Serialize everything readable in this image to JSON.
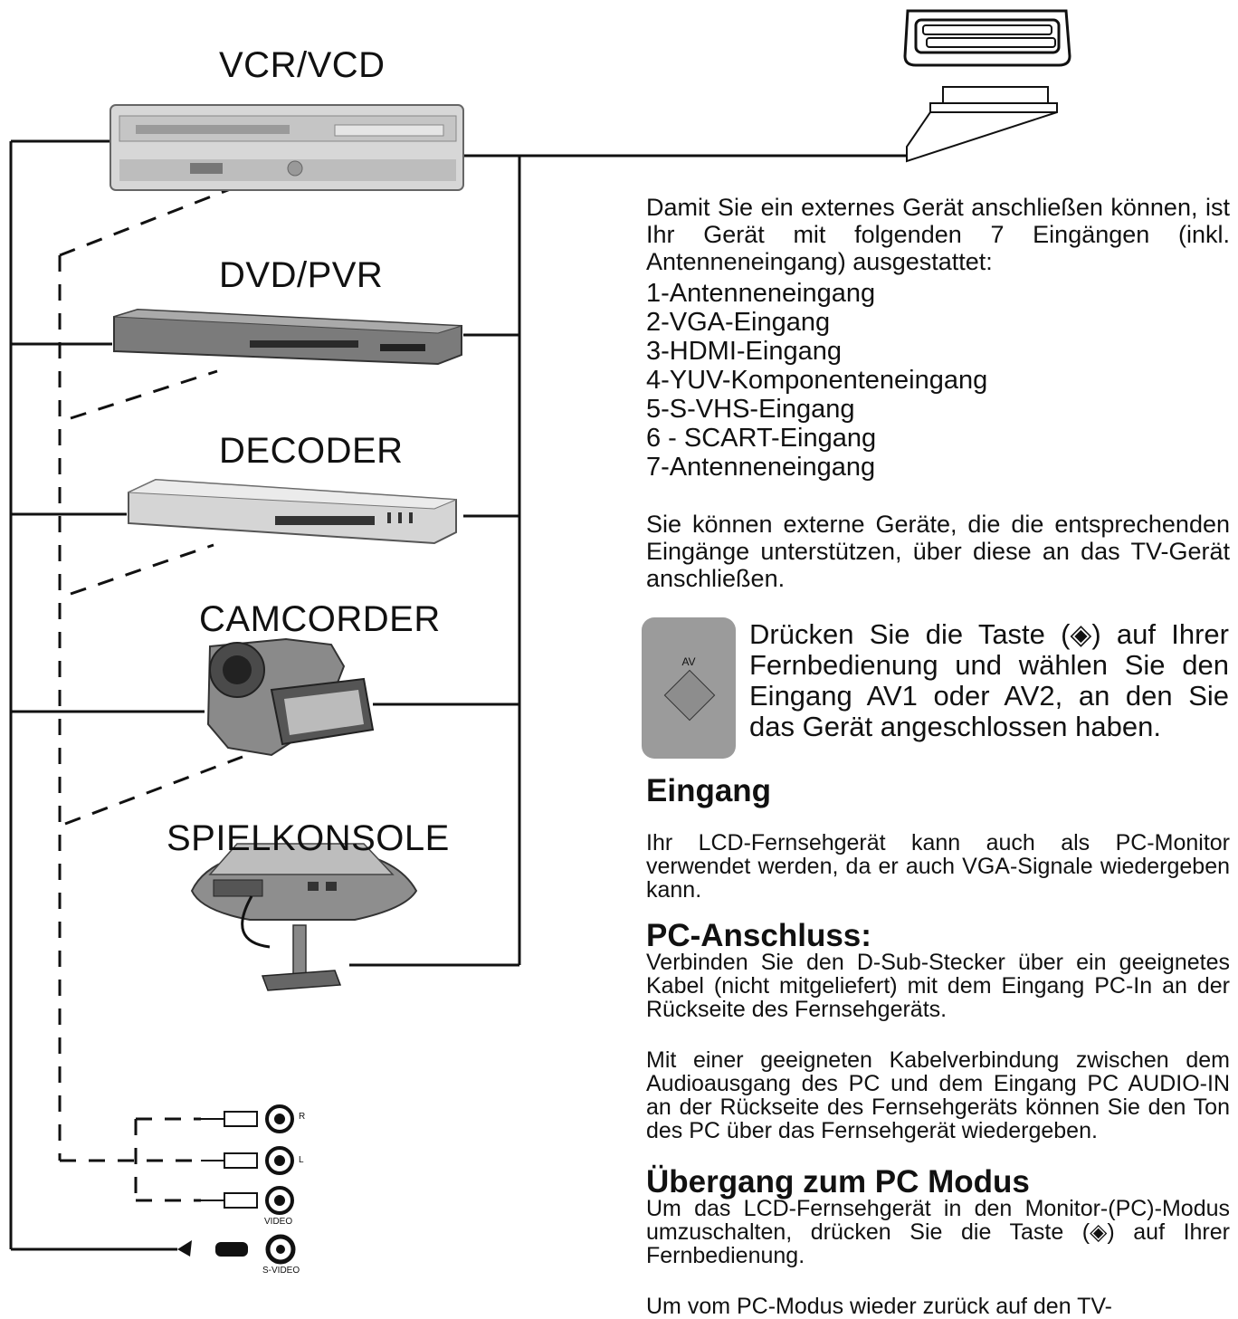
{
  "devices": {
    "vcr": "VCR/VCD",
    "dvd": "DVD/PVR",
    "decoder": "DECODER",
    "camcorder": "CAMCORDER",
    "console": "SPIELKONSOLE"
  },
  "jacks": {
    "r": "R",
    "l": "L",
    "video": "VIDEO",
    "svideo": "S-VIDEO"
  },
  "intro": "Damit Sie ein externes Gerät anschließen können, ist Ihr Gerät mit folgenden 7 Eingängen (inkl. Antenneneingang) ausgestattet:",
  "inputs": [
    "1-Antenneneingang",
    "2-VGA-Eingang",
    "3-HDMI-Eingang",
    "4-YUV-Komponenteneingang",
    "5-S-VHS-Eingang",
    "6 - SCART-Eingang",
    "7-Antenneneingang"
  ],
  "external": "Sie können externe Geräte, die die entsprechenden Eingänge unterstützen, über diese an das TV-Gerät anschließen.",
  "av_button_label": "AV",
  "av_text": "Drücken Sie die Taste (◈) auf Ihrer Fernbedienung und wählen Sie den Eingang AV1 oder AV2, an den Sie das Gerät angeschlossen haben.",
  "heading_input": "Eingang",
  "input_text": "Ihr LCD-Fernsehgerät kann auch als PC-Monitor verwendet werden, da er auch VGA-Signale wiedergeben kann.",
  "heading_pc": "PC-Anschluss:",
  "pc_text1": "Verbinden Sie den D-Sub-Stecker über ein geeignetes Kabel (nicht mitgeliefert) mit dem Eingang PC-In an der Rückseite des Fernsehgeräts.",
  "pc_text2": "Mit einer geeigneten Kabelverbindung zwischen dem Audioausgang des PC und dem Eingang PC AUDIO-IN an der Rückseite des Fernsehgeräts können Sie den Ton des PC über das Fernsehgerät wiedergeben.",
  "heading_mode": "Übergang zum PC Modus",
  "mode_text": "Um das LCD-Fernsehgerät in den Monitor-(PC)-Modus umzuschalten, drücken Sie die Taste (◈) auf Ihrer Fernbedienung.",
  "mode_text2": "Um vom PC-Modus wieder zurück auf den TV-"
}
